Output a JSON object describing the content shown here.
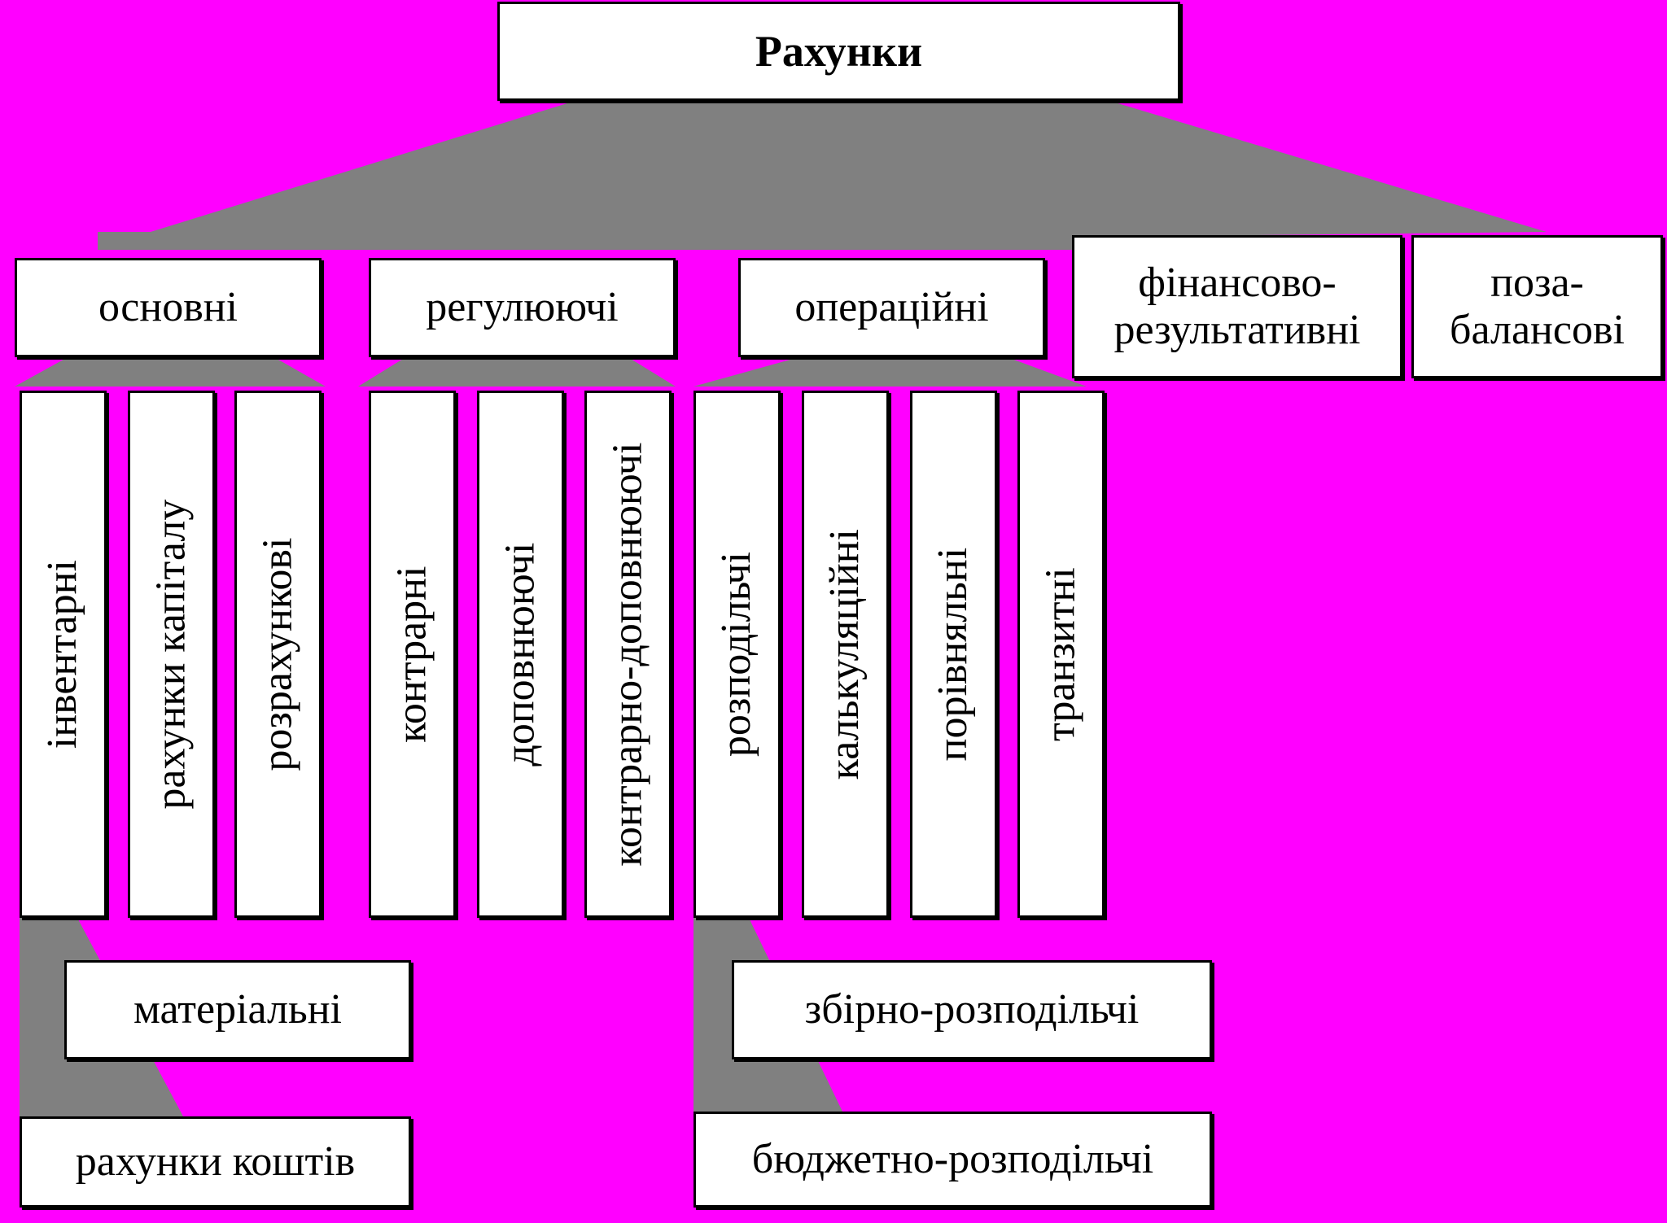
{
  "colors": {
    "background": "#ff00ff",
    "connector": "#808080",
    "box_fill": "#ffffff",
    "box_border": "#000000"
  },
  "root": {
    "label": "Рахунки"
  },
  "level1": [
    {
      "label": "основні"
    },
    {
      "label": "регулюючі"
    },
    {
      "label": "операційні"
    },
    {
      "label": "фінансово-результативні"
    },
    {
      "label": "поза-балансові"
    }
  ],
  "level2": {
    "osnovni": [
      {
        "label": "інвентарні"
      },
      {
        "label": "рахунки капіталу"
      },
      {
        "label": "розрахункові"
      }
    ],
    "rehuliuiuchi": [
      {
        "label": "контрарні"
      },
      {
        "label": "доповнюючі"
      },
      {
        "label": "контрарно-доповнюючі"
      }
    ],
    "operatsiini": [
      {
        "label": "розподільчі"
      },
      {
        "label": "калькуляційні"
      },
      {
        "label": "порівняльні"
      },
      {
        "label": "транзитні"
      }
    ]
  },
  "level3": {
    "inventarni": [
      {
        "label": "матеріальні"
      },
      {
        "label": "рахунки коштів"
      }
    ],
    "rozpodilchi": [
      {
        "label": "збірно-розподільчі"
      },
      {
        "label": "бюджетно-розподільчі"
      }
    ]
  }
}
